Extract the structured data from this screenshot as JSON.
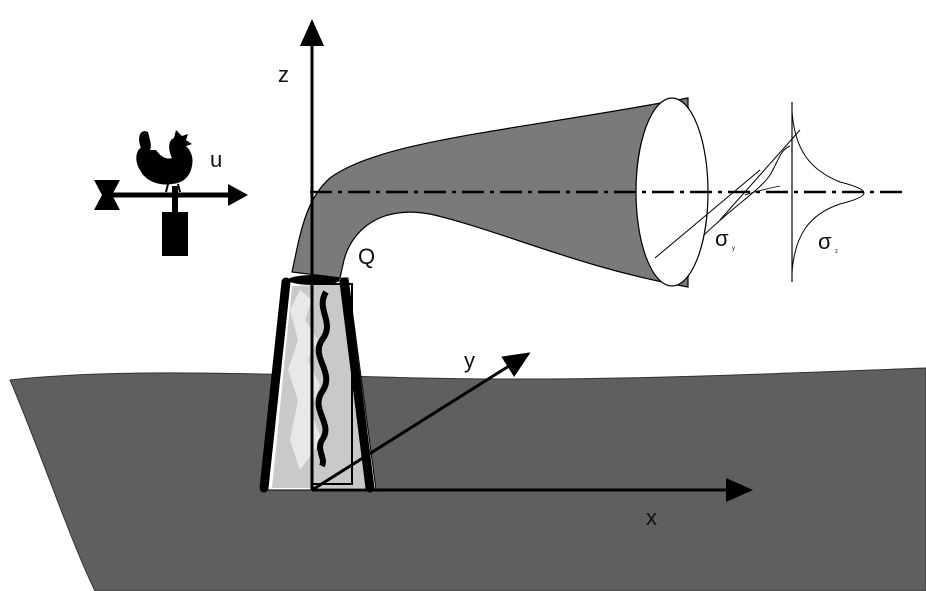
{
  "labels": {
    "z": "z",
    "u": "u",
    "Q": "Q",
    "y": "y",
    "x": "x",
    "sigma": "σ",
    "sigma_y_sub": "y",
    "sigma_z_sub": "z"
  },
  "icons": [
    "weather-vane-icon",
    "rooster-icon",
    "smokestack-icon"
  ],
  "colors": {
    "ground": "#5f5f5f",
    "plume": "#7a7a7a",
    "stack": "#000000",
    "stack_inner": "#c9c9c9",
    "lines": "#000000"
  }
}
